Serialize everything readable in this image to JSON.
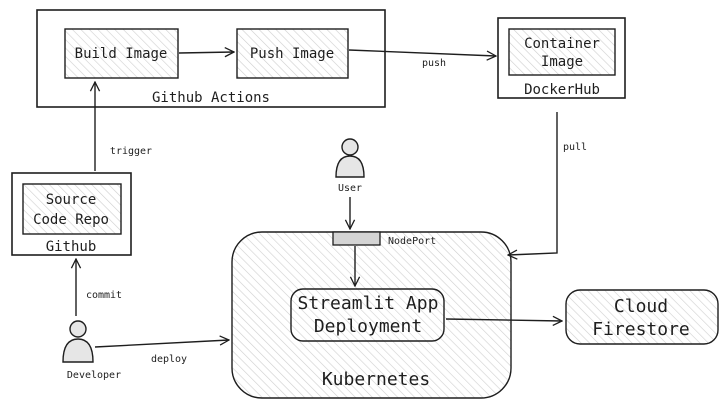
{
  "containers": {
    "github_actions": "Github Actions",
    "dockerhub": "DockerHub",
    "github": "Github",
    "kubernetes": "Kubernetes"
  },
  "nodes": {
    "build_image": "Build Image",
    "push_image": "Push Image",
    "container_image": [
      "Container",
      "Image"
    ],
    "source_code_repo": [
      "Source",
      "Code Repo"
    ],
    "streamlit_app": [
      "Streamlit App",
      "Deployment"
    ],
    "cloud_firestore": [
      "Cloud",
      "Firestore"
    ],
    "nodeport": "NodePort"
  },
  "actors": {
    "user": "User",
    "developer": "Developer"
  },
  "edges": {
    "push": "push",
    "pull": "pull",
    "trigger": "trigger",
    "commit": "commit",
    "deploy": "deploy"
  }
}
